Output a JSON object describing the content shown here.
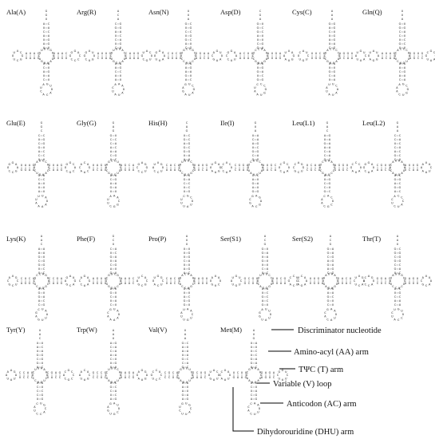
{
  "figure": {
    "structures": [
      {
        "label": "Ala(A)"
      },
      {
        "label": "Arg(R)"
      },
      {
        "label": "Asn(N)"
      },
      {
        "label": "Asp(D)"
      },
      {
        "label": "Cys(C)"
      },
      {
        "label": "Gln(Q)"
      },
      {
        "label": "Glu(E)"
      },
      {
        "label": "Gly(G)"
      },
      {
        "label": "His(H)"
      },
      {
        "label": "Ile(I)"
      },
      {
        "label": "Leu(L1)"
      },
      {
        "label": "Leu(L2)"
      },
      {
        "label": "Lys(K)"
      },
      {
        "label": "Phe(F)"
      },
      {
        "label": "Pro(P)"
      },
      {
        "label": "Ser(S1)"
      },
      {
        "label": "Ser(S2)"
      },
      {
        "label": "Thr(T)"
      },
      {
        "label": "Tyr(Y)"
      },
      {
        "label": "Trp(W)"
      },
      {
        "label": "Val(V)"
      },
      {
        "label": "Met(M)"
      }
    ],
    "legend": {
      "discriminator": "Discriminator nucleotide",
      "aa_arm": "Amino-acyl (AA) arm",
      "t_arm": "TΨC (T) arm",
      "v_loop": "Variable (V) loop",
      "ac_arm": "Anticodon (AC) arm",
      "dhu_arm": "Dihydorouridine (DHU) arm"
    },
    "nucleotides": [
      "A",
      "U",
      "G",
      "C"
    ]
  }
}
